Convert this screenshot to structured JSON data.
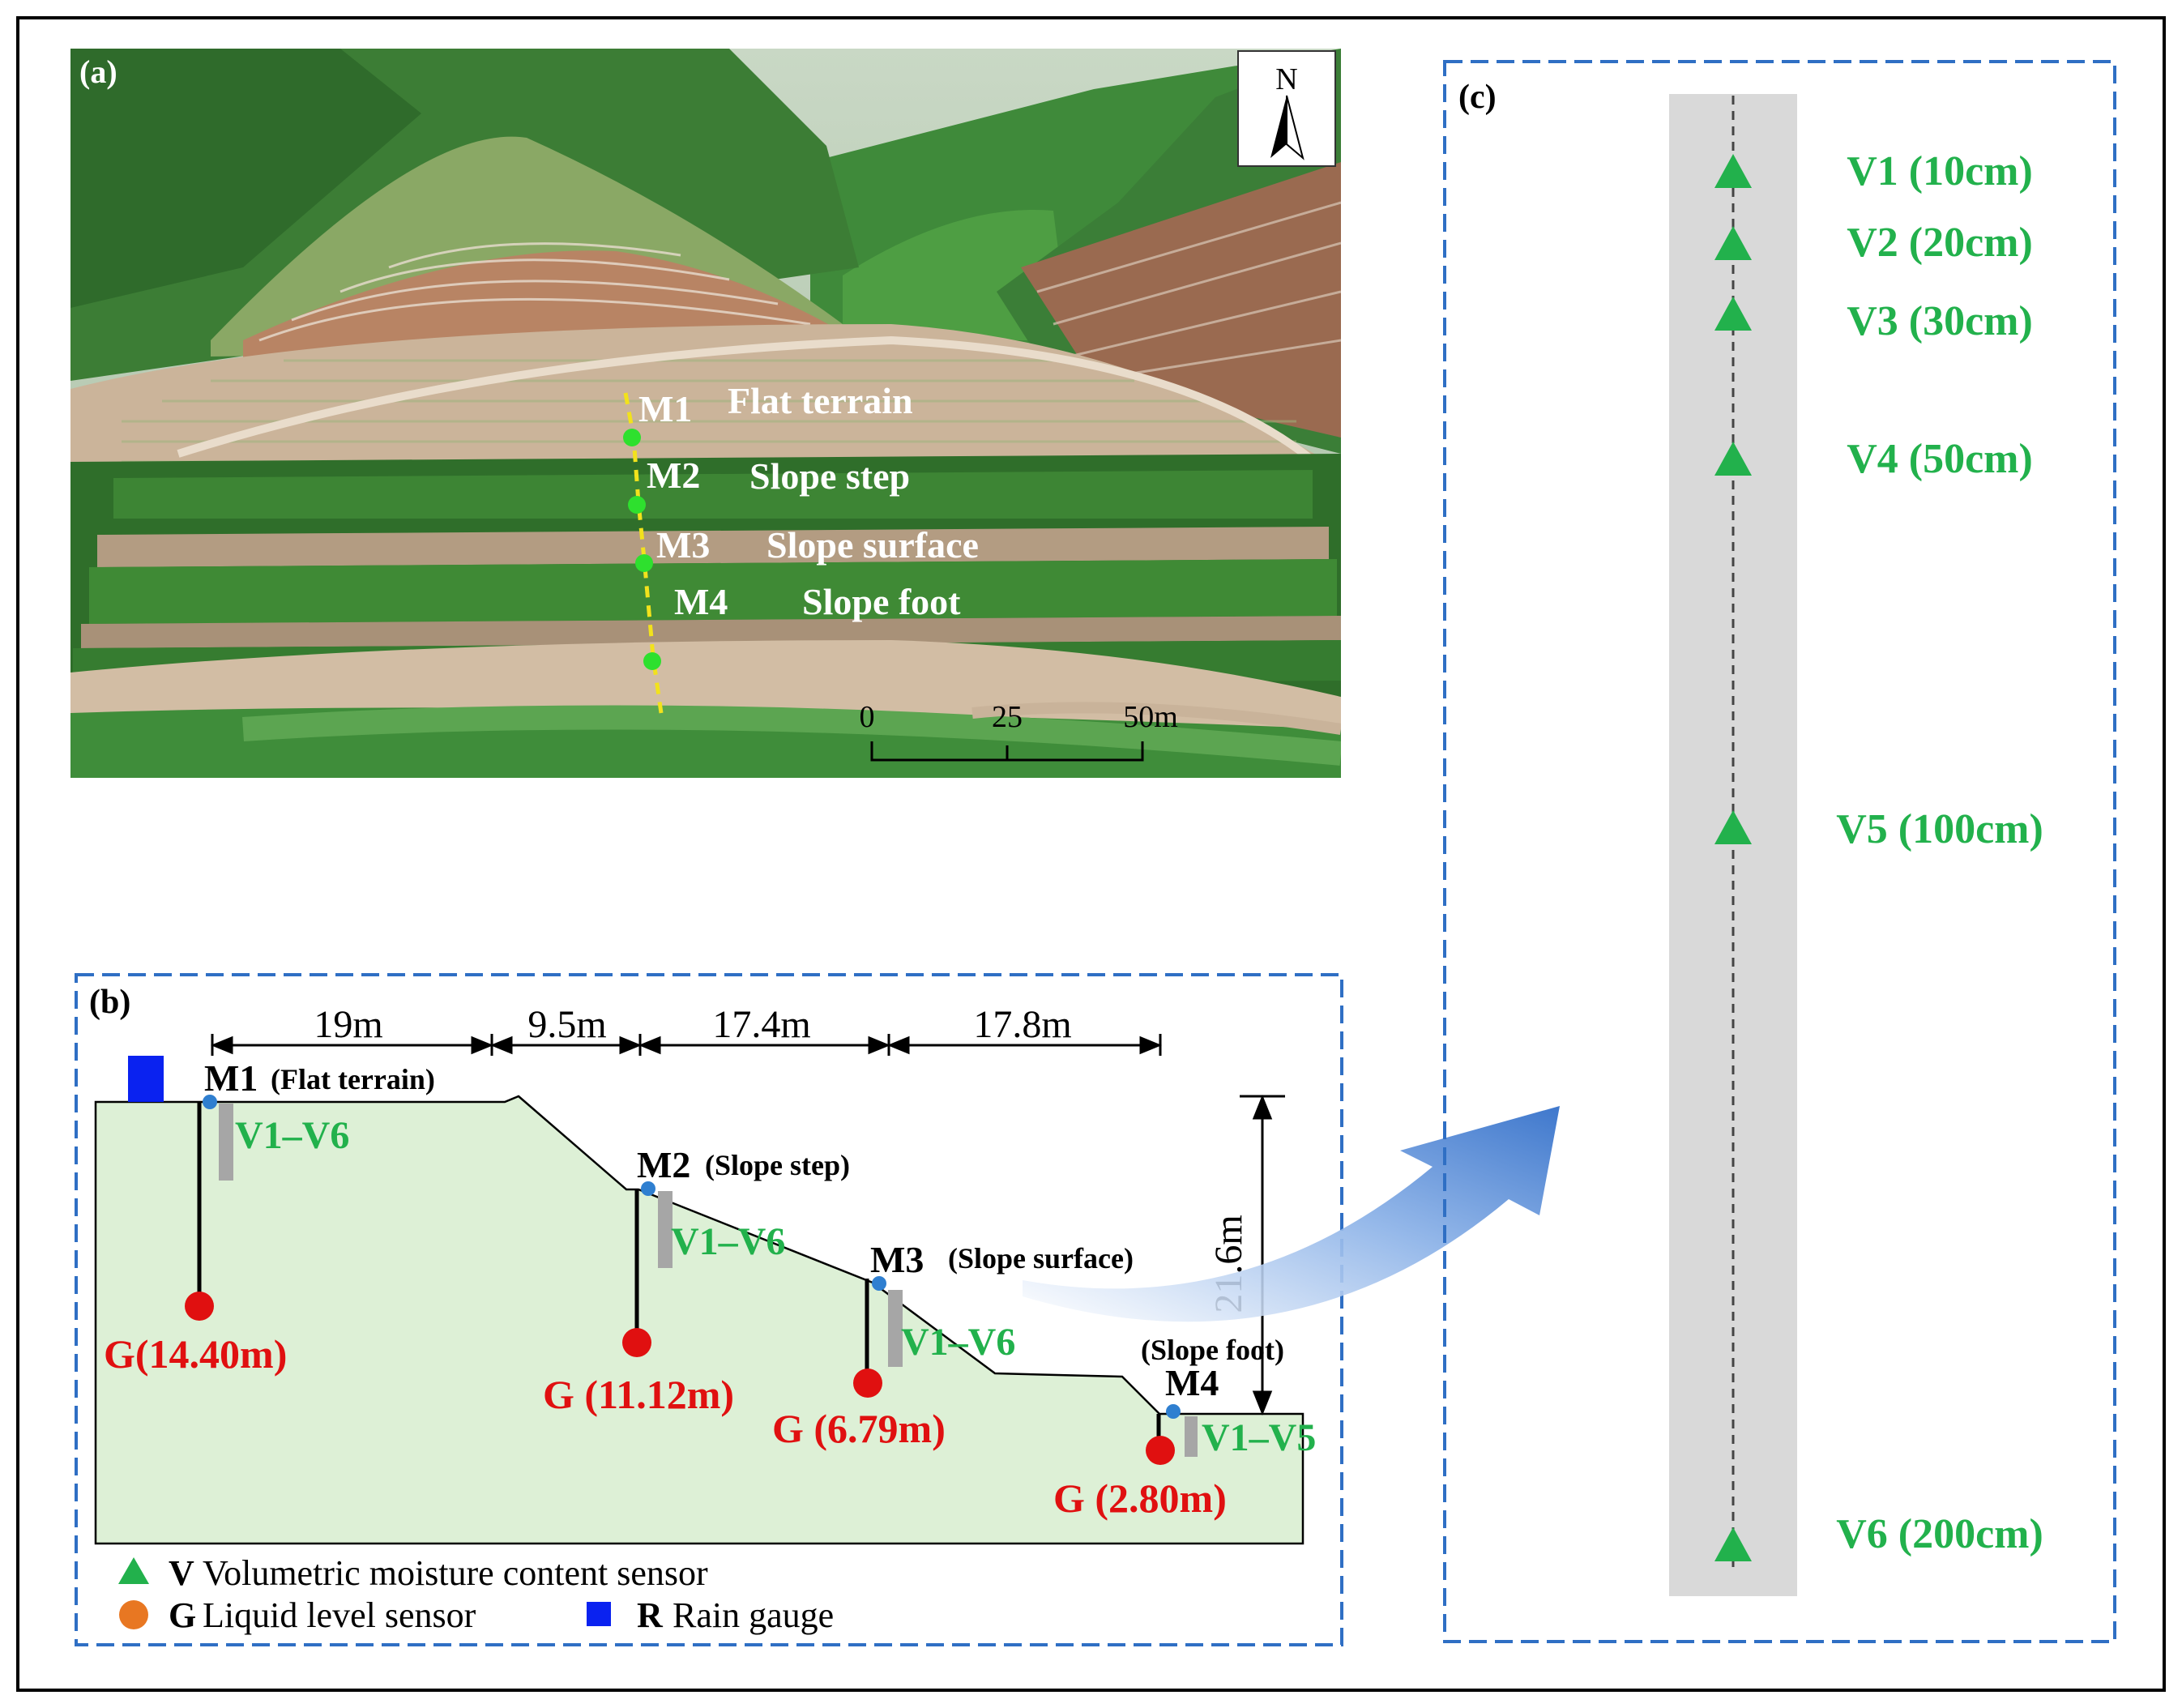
{
  "panel_a": {
    "label": "(a)",
    "north": "N",
    "points": [
      {
        "id": "M1",
        "desc": "Flat terrain"
      },
      {
        "id": "M2",
        "desc": "Slope step"
      },
      {
        "id": "M3",
        "desc": "Slope surface"
      },
      {
        "id": "M4",
        "desc": "Slope foot"
      }
    ],
    "scale": {
      "ticks": [
        "0",
        "25",
        "50m"
      ]
    }
  },
  "panel_b": {
    "label": "(b)",
    "distances": [
      "19m",
      "9.5m",
      "17.4m",
      "17.8m"
    ],
    "height": "21.6m",
    "stations": [
      {
        "id": "M1",
        "desc": "(Flat terrain)",
        "sensors": "V1–V6",
        "gauge": "G(14.40m)"
      },
      {
        "id": "M2",
        "desc": "(Slope step)",
        "sensors": "V1–V6",
        "gauge": "G (11.12m)"
      },
      {
        "id": "M3",
        "desc": "(Slope surface)",
        "sensors": "V1–V6",
        "gauge": "G (6.79m)"
      },
      {
        "id": "M4",
        "desc": "(Slope foot)",
        "sensors": "V1–V5",
        "gauge": "G (2.80m)"
      }
    ],
    "legend": [
      {
        "key": "V",
        "text": "Volumetric moisture content sensor"
      },
      {
        "key": "G",
        "text": "Liquid level sensor"
      },
      {
        "key": "R",
        "text": "Rain gauge"
      }
    ]
  },
  "panel_c": {
    "label": "(c)",
    "sensors": [
      "V1 (10cm)",
      "V2 (20cm)",
      "V3 (30cm)",
      "V4 (50cm)",
      "V5 (100cm)",
      "V6 (200cm)"
    ]
  },
  "colors": {
    "sensor_green": "#22b14c",
    "gauge_red": "#e01010",
    "legend_orange": "#e87722",
    "rain_blue": "#0a22f0",
    "frame_blue": "#2f6fc4",
    "slope_fill": "#ddf0d6",
    "column_gray": "#d9d9d9"
  }
}
